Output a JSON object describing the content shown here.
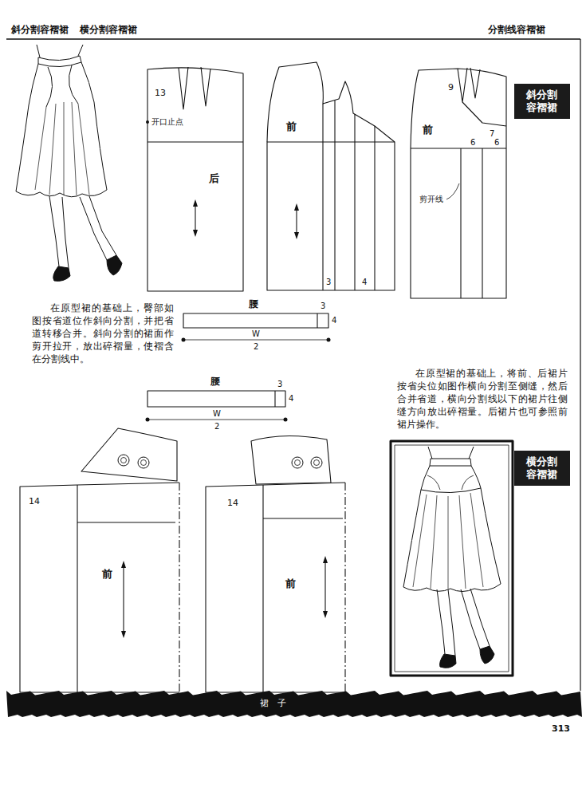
{
  "diagram": {
    "nodes": [
      {
        "text": [
          "13",
          "开口止点",
          "后"
        ]
      },
      {
        "text": [
          "前",
          "3",
          "4"
        ]
      },
      {
        "text": [
          "9",
          "前",
          "7",
          "6",
          "6",
          "剪开线"
        ]
      },
      {
        "text": [
          "斜分割容褶裙"
        ]
      },
      {
        "text": [
          "腰"
        ]
      },
      {
        "text": [
          "腰"
        ]
      },
      {
        "text": [
          "横分割容褶裙"
        ]
      },
      {
        "text": [
          "14",
          "前"
        ]
      },
      {
        "text": [
          "14",
          "前"
        ]
      },
      {
        "text": [
          "裙　子"
        ]
      }
    ],
    "labels": [
      "斜分割容褶裙",
      "横分割容褶裙",
      "分割线容褶裙",
      "在原型裙的基础上，臀部如图按省道位作斜向分割，并把省道转移合并。斜向分割的裙面作剪开拉开，放出碎褶量，使褶含在分割线中。",
      "3",
      "4",
      "W",
      "2",
      "在原型裙的基础上，将前、后裙片按省尖位如图作横向分割至侧缝，然后合并省道，横向分割线以下的裙片往侧缝方向放出碎褶量。后裙片也可参照前裙片操作。",
      "3",
      "4",
      "W",
      "2",
      "313"
    ]
  }
}
